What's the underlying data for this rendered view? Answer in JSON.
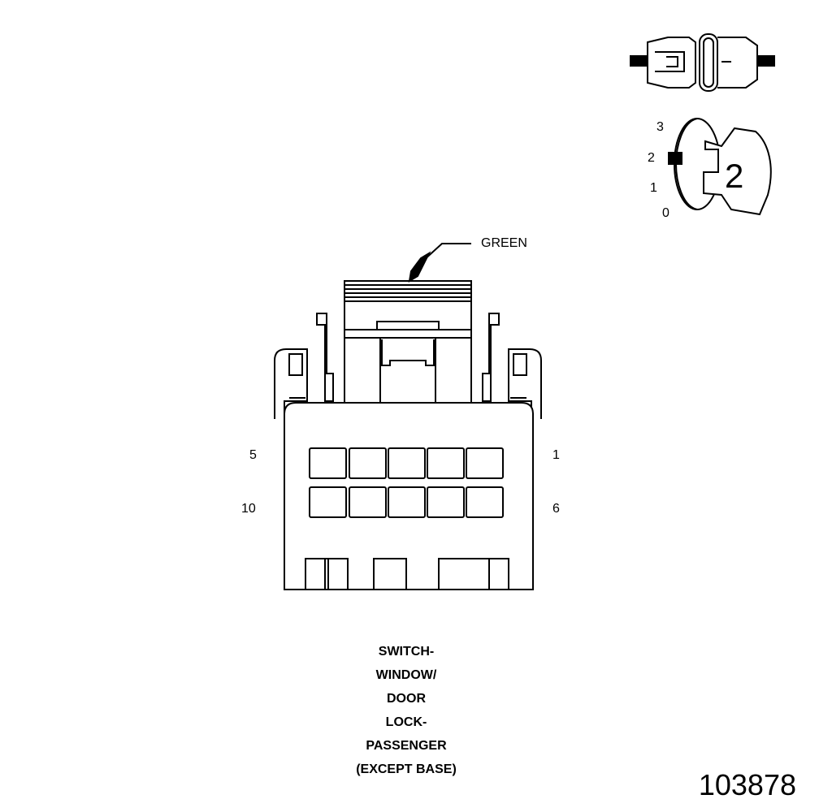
{
  "wire_color_label": "GREEN",
  "pin_labels": {
    "top_left": "5",
    "top_right": "1",
    "bottom_left": "10",
    "bottom_right": "6"
  },
  "view_indicator": {
    "scale": [
      "3",
      "2",
      "1",
      "0"
    ],
    "number": "2"
  },
  "caption_lines": [
    "SWITCH-",
    "WINDOW/",
    "DOOR",
    "LOCK-",
    "PASSENGER",
    "(EXCEPT BASE)"
  ],
  "figure_number": "103878"
}
